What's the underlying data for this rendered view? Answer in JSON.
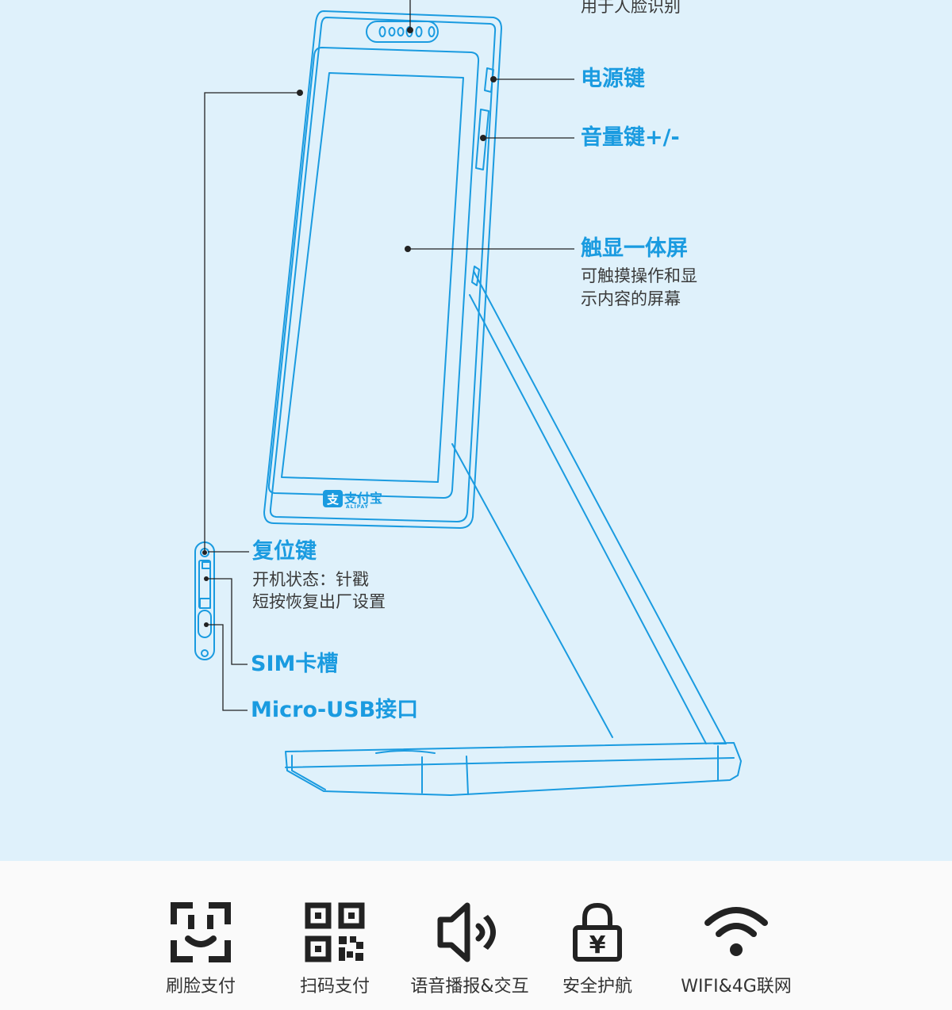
{
  "colors": {
    "diagram_bg": "#dff1fb",
    "line": "#1a9be0",
    "callout": "#222222",
    "label_title": "#1a9be0",
    "label_desc": "#3a3a3a",
    "icon": "#222222",
    "footer_bg": "#fafafa"
  },
  "device": {
    "brand_logo_text": "支付宝",
    "brand_logo_sub": "ALIPAY"
  },
  "callouts": {
    "camera": {
      "desc": "用于人脸识别"
    },
    "power": {
      "title": "电源键"
    },
    "volume": {
      "title": "音量键+/-"
    },
    "screen": {
      "title": "触显一体屏",
      "desc_line1": "可触摸操作和显",
      "desc_line2": "示内容的屏幕"
    },
    "reset": {
      "title": "复位键",
      "desc_line1": "开机状态：针戳",
      "desc_line2": "短按恢复出厂设置"
    },
    "sim": {
      "title": "SIM卡槽"
    },
    "usb": {
      "title": "Micro-USB接口"
    }
  },
  "features": [
    {
      "icon": "face-scan-icon",
      "label": "刷脸支付"
    },
    {
      "icon": "qr-code-icon",
      "label": "扫码支付"
    },
    {
      "icon": "speaker-icon",
      "label": "语音播报&交互"
    },
    {
      "icon": "padlock-yuan-icon",
      "label": "安全护航"
    },
    {
      "icon": "wifi-icon",
      "label": "WIFI&4G联网"
    }
  ]
}
